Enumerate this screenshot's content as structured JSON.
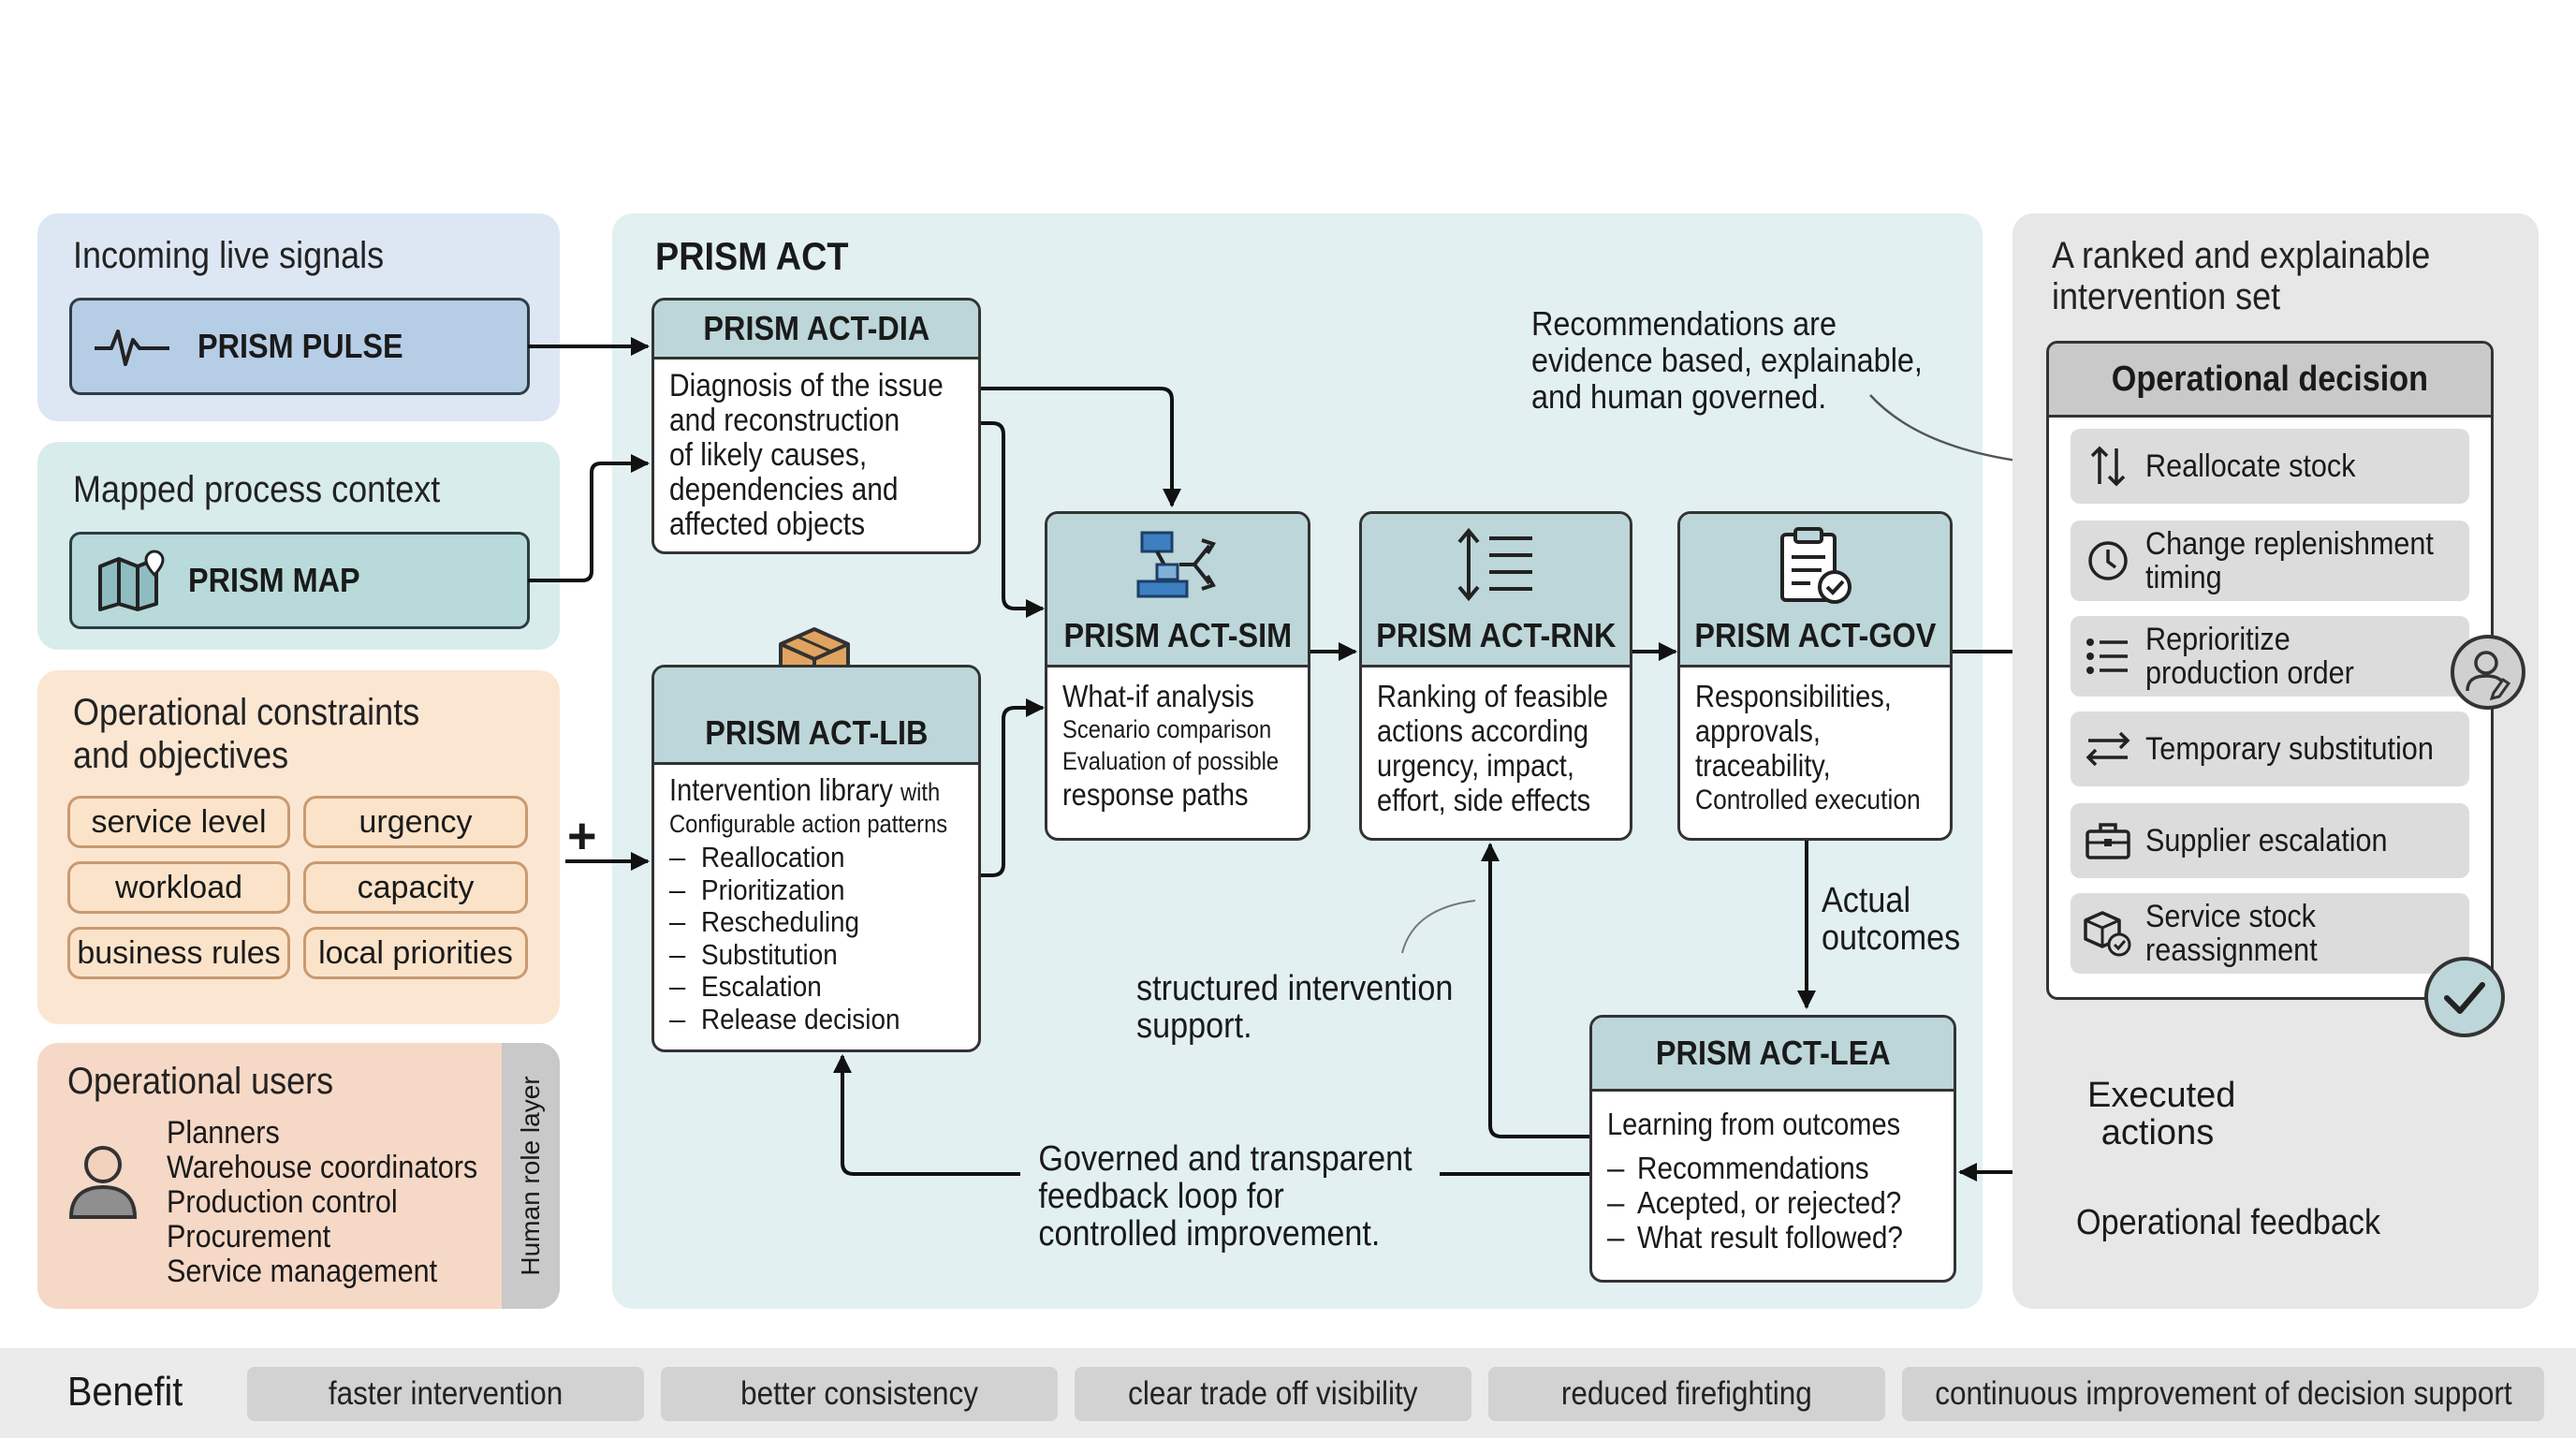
{
  "inputs": {
    "signals": {
      "title": "Incoming live signals",
      "module": "PRISM PULSE"
    },
    "context": {
      "title": "Mapped process context",
      "module": "PRISM MAP"
    },
    "constraints": {
      "title_line1": "Operational constraints",
      "title_line2": "and objectives",
      "pills": [
        "service level",
        "urgency",
        "workload",
        "capacity",
        "business rules",
        "local priorities"
      ]
    },
    "users": {
      "title": "Operational users",
      "roles": [
        "Planners",
        "Warehouse coordinators",
        "Production control",
        "Procurement",
        "Service management"
      ],
      "side_label": "Human role layer"
    },
    "plus": "+"
  },
  "act": {
    "title": "PRISM ACT",
    "dia": {
      "title": "PRISM ACT-DIA",
      "lines": [
        "Diagnosis of the issue",
        "and reconstruction",
        "of likely causes,",
        "dependencies and",
        "affected objects"
      ]
    },
    "lib": {
      "title": "PRISM ACT-LIB",
      "line1_main": "Intervention library",
      "line1_small": "with",
      "line2": "Configurable action patterns",
      "items": [
        "Reallocation",
        "Prioritization",
        "Rescheduling",
        "Substitution",
        "Escalation",
        "Release decision"
      ]
    },
    "sim": {
      "title": "PRISM ACT-SIM",
      "line1": "What-if analysis",
      "line2": "Scenario comparison",
      "line3": "Evaluation of possible",
      "line4": "response paths"
    },
    "rnk": {
      "title": "PRISM ACT-RNK",
      "lines": [
        "Ranking of feasible",
        "actions according",
        "urgency, impact,",
        "effort, side effects"
      ]
    },
    "gov": {
      "title": "PRISM ACT-GOV",
      "lines": [
        "Responsibilities,",
        "approvals,",
        "traceability,"
      ],
      "last_line": "Controlled execution"
    },
    "lea": {
      "title": "PRISM ACT-LEA",
      "line1": "Learning from outcomes",
      "items": [
        "Recommendations",
        "Acepted, or rejected?",
        "What result followed?"
      ]
    },
    "note_top": [
      "Recommendations are",
      "evidence based, explainable,",
      "and human governed."
    ],
    "note_mid": [
      "structured intervention",
      "support."
    ],
    "note_bottom": [
      "Governed and transparent",
      "feedback loop for",
      "controlled improvement."
    ],
    "actual_outcomes": [
      "Actual",
      "outcomes"
    ]
  },
  "output": {
    "title_line1": "A ranked and explainable",
    "title_line2": "intervention set",
    "decision_title": "Operational decision",
    "options": [
      {
        "icon": "arrows-up-down-icon",
        "lines": [
          "Reallocate stock"
        ]
      },
      {
        "icon": "clock-icon",
        "lines": [
          "Change replenishment",
          "timing"
        ]
      },
      {
        "icon": "list-icon",
        "lines": [
          "Reprioritize",
          "production order"
        ]
      },
      {
        "icon": "swap-icon",
        "lines": [
          "Temporary substitution"
        ]
      },
      {
        "icon": "briefcase-icon",
        "lines": [
          "Supplier escalation"
        ]
      },
      {
        "icon": "box-check-icon",
        "lines": [
          "Service stock",
          "reassignment"
        ]
      }
    ],
    "executed_actions": [
      "Executed",
      "actions"
    ],
    "operational_feedback": "Operational feedback"
  },
  "benefit": {
    "label": "Benefit",
    "items": [
      "faster intervention",
      "better consistency",
      "clear trade off visibility",
      "reduced firefighting",
      "continuous improvement of decision support"
    ]
  },
  "colors": {
    "signals_bg": "#dce7f3",
    "context_bg": "#d9ecec",
    "constraints_bg": "#fbe6d2",
    "users_bg": "#f6d8c6",
    "act_bg": "#e2f0f2",
    "output_bg": "#e7e7e7",
    "card_header": "#bcd6d9",
    "benefit_bar": "#ebebeb"
  }
}
